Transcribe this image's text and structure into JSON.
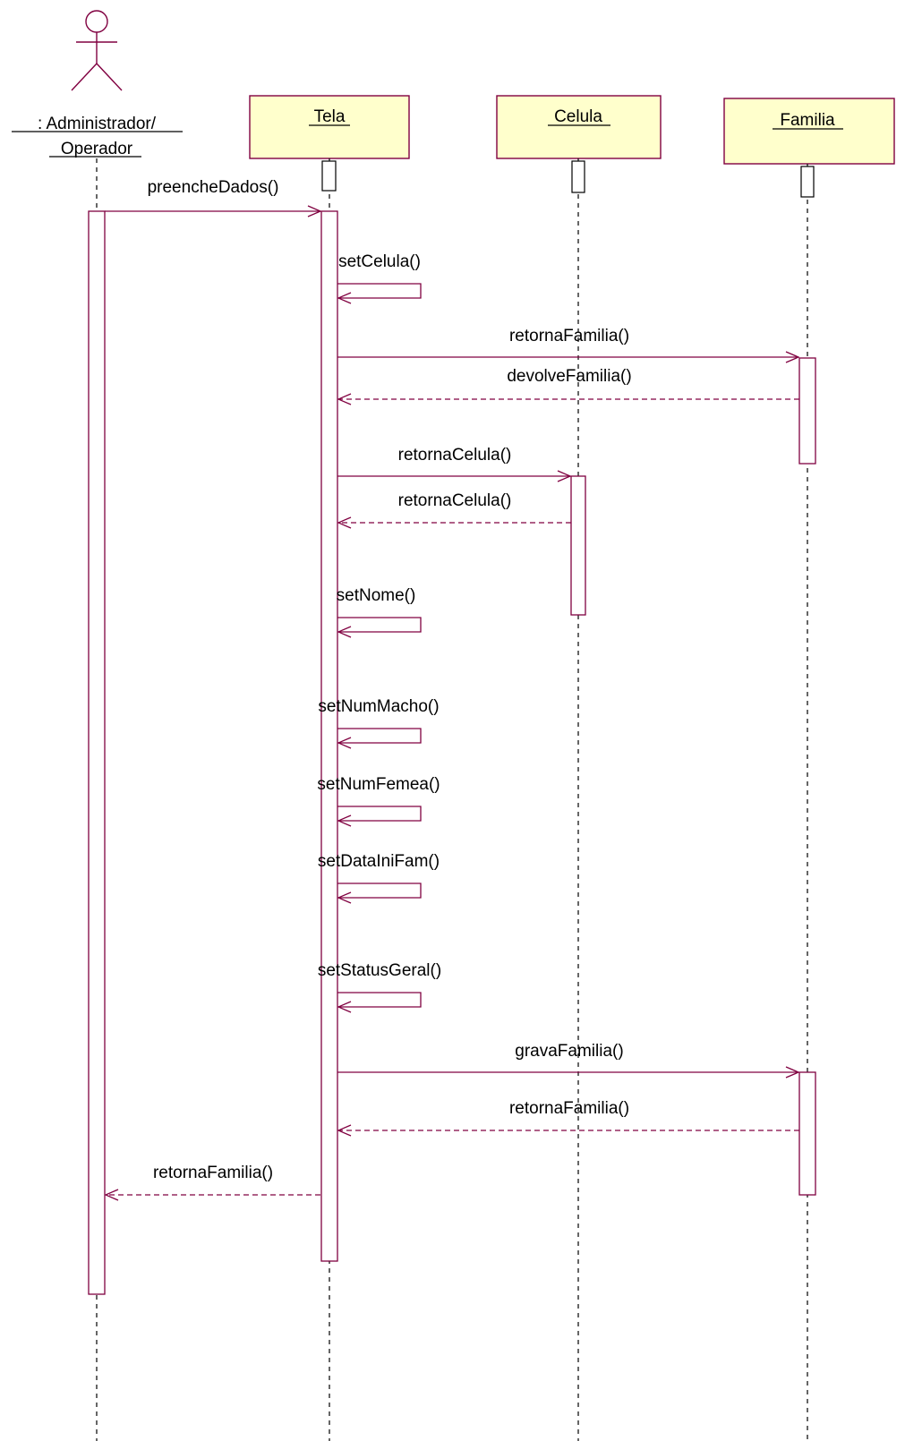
{
  "colors": {
    "line": "#800040",
    "object_fill": "#ffffcc",
    "object_border": "#800040",
    "text": "#000000",
    "background": "#ffffff"
  },
  "actor": {
    "label_line1": ": Administrador/",
    "label_line2": "Operador",
    "icon": "stick-figure-actor-icon"
  },
  "objects": [
    {
      "id": "tela",
      "label": "Tela"
    },
    {
      "id": "celula",
      "label": "Celula"
    },
    {
      "id": "familia",
      "label": "Familia"
    }
  ],
  "messages": [
    {
      "label": "preencheDados()",
      "from": "actor",
      "to": "tela",
      "kind": "call"
    },
    {
      "label": "setCelula()",
      "from": "tela",
      "to": "tela",
      "kind": "self"
    },
    {
      "label": "retornaFamilia()",
      "from": "tela",
      "to": "familia",
      "kind": "call"
    },
    {
      "label": "devolveFamilia()",
      "from": "familia",
      "to": "tela",
      "kind": "return"
    },
    {
      "label": "retornaCelula()",
      "from": "tela",
      "to": "celula",
      "kind": "call"
    },
    {
      "label": "retornaCelula()",
      "from": "celula",
      "to": "tela",
      "kind": "return"
    },
    {
      "label": "setNome()",
      "from": "tela",
      "to": "tela",
      "kind": "self"
    },
    {
      "label": "setNumMacho()",
      "from": "tela",
      "to": "tela",
      "kind": "self"
    },
    {
      "label": "setNumFemea()",
      "from": "tela",
      "to": "tela",
      "kind": "self"
    },
    {
      "label": "setDataIniFam()",
      "from": "tela",
      "to": "tela",
      "kind": "self"
    },
    {
      "label": "setStatusGeral()",
      "from": "tela",
      "to": "tela",
      "kind": "self"
    },
    {
      "label": "gravaFamilia()",
      "from": "tela",
      "to": "familia",
      "kind": "call"
    },
    {
      "label": "retornaFamilia()",
      "from": "familia",
      "to": "tela",
      "kind": "return"
    },
    {
      "label": "retornaFamilia()",
      "from": "tela",
      "to": "actor",
      "kind": "return"
    }
  ]
}
